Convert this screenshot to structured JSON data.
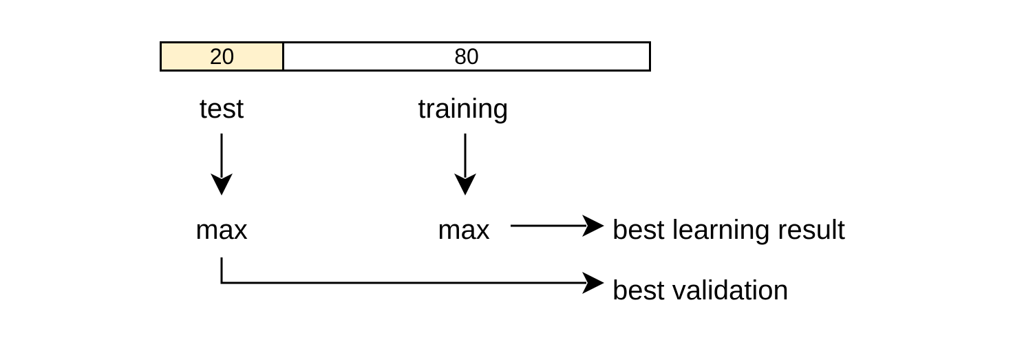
{
  "split_bar": {
    "test_value": "20",
    "training_value": "80",
    "test_fill_color": "#fff2cc",
    "training_fill_color": "#ffffff"
  },
  "labels": {
    "test": "test",
    "training": "training",
    "test_max": "max",
    "training_max": "max",
    "best_learning_result": "best learning result",
    "best_validation": "best validation"
  },
  "edges": [
    {
      "from": "test",
      "to": "test_max"
    },
    {
      "from": "training",
      "to": "training_max"
    },
    {
      "from": "training_max",
      "to": "best_learning_result"
    },
    {
      "from": "test_max",
      "to": "best_validation"
    }
  ]
}
